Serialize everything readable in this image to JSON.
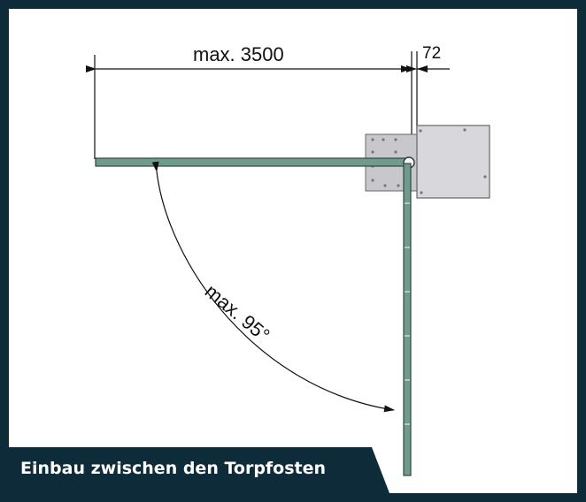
{
  "diagram": {
    "dim_length": "max. 3500",
    "dim_offset": "72",
    "dim_angle": "max. 95°",
    "caption": "Einbau zwischen den Torpfosten"
  },
  "colors": {
    "frame": "#0e2b3a",
    "gate_bar": "#6f9a8c",
    "motor_box": "#d8d8dc",
    "post_plate": "#c8c8cc"
  }
}
